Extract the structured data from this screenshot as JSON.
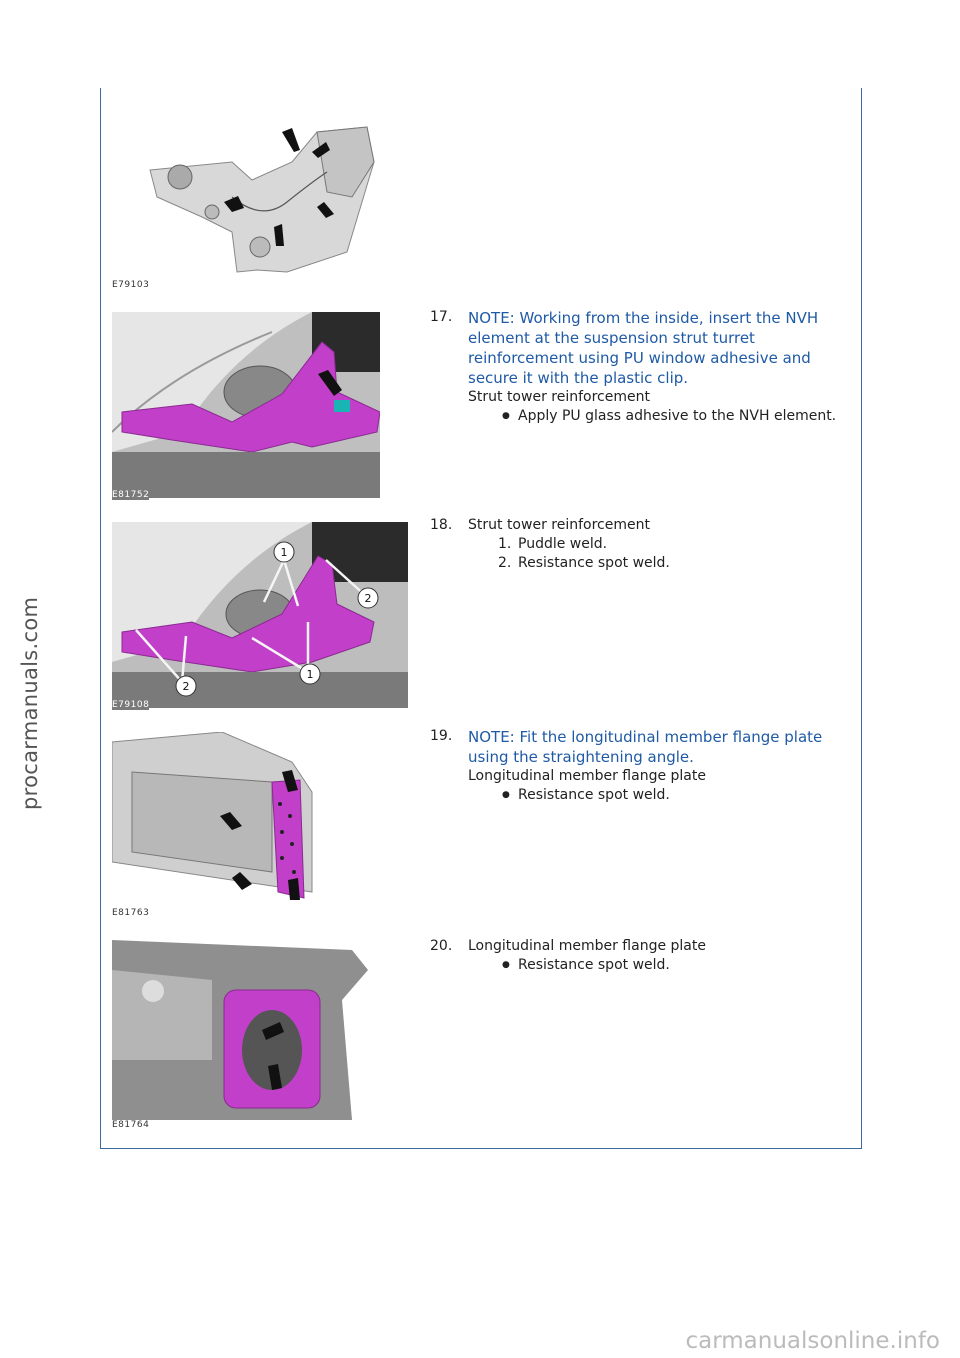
{
  "side_watermark": "procarmanuals.com",
  "footer_watermark": "carmanualsonline.info",
  "figures": [
    {
      "id": "E79103"
    },
    {
      "id": "E81752"
    },
    {
      "id": "E79108",
      "callouts": [
        "1",
        "2",
        "2",
        "1"
      ]
    },
    {
      "id": "E81763"
    },
    {
      "id": "E81764"
    }
  ],
  "steps": [
    {
      "number": "17.",
      "note": "NOTE: Working from the inside, insert the NVH element at the suspension strut turret reinforcement using PU window adhesive and secure it with the plastic clip.",
      "heading": "Strut tower reinforcement",
      "bullets": [
        "Apply PU glass adhesive to the NVH element."
      ]
    },
    {
      "number": "18.",
      "heading": "Strut tower reinforcement",
      "items": [
        {
          "n": "1.",
          "text": "Puddle weld."
        },
        {
          "n": "2.",
          "text": "Resistance spot weld."
        }
      ]
    },
    {
      "number": "19.",
      "note": "NOTE: Fit the longitudinal member flange plate using the straightening angle.",
      "heading": "Longitudinal member flange plate",
      "bullets": [
        "Resistance spot weld."
      ]
    },
    {
      "number": "20.",
      "heading": "Longitudinal member flange plate",
      "bullets": [
        "Resistance spot weld."
      ]
    }
  ],
  "colors": {
    "frame": "#3b6aa0",
    "note": "#1f5aa6",
    "part": "#c23fc9"
  }
}
